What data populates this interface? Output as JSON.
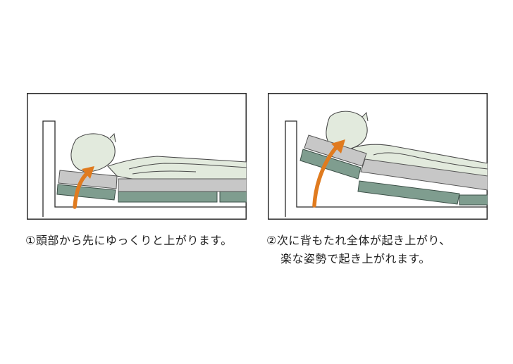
{
  "colors": {
    "frame": "#2b2b2b",
    "body_fill": "#e2eadd",
    "body_stroke": "#4a4a4a",
    "pad_gray": "#c7c7c7",
    "pad_gray_dark": "#a9a9a9",
    "pad_green": "#7f9d8f",
    "pad_green_dark": "#5f7c70",
    "arrow": "#e07b1f"
  },
  "panels": [
    {
      "id": "panel-1",
      "caption": "①頭部から先にゆっくりと上がります。"
    },
    {
      "id": "panel-2",
      "caption_line1": "②次に背もたれ全体が起き上がり、",
      "caption_line2": "楽な姿勢で起き上がれます。"
    }
  ]
}
